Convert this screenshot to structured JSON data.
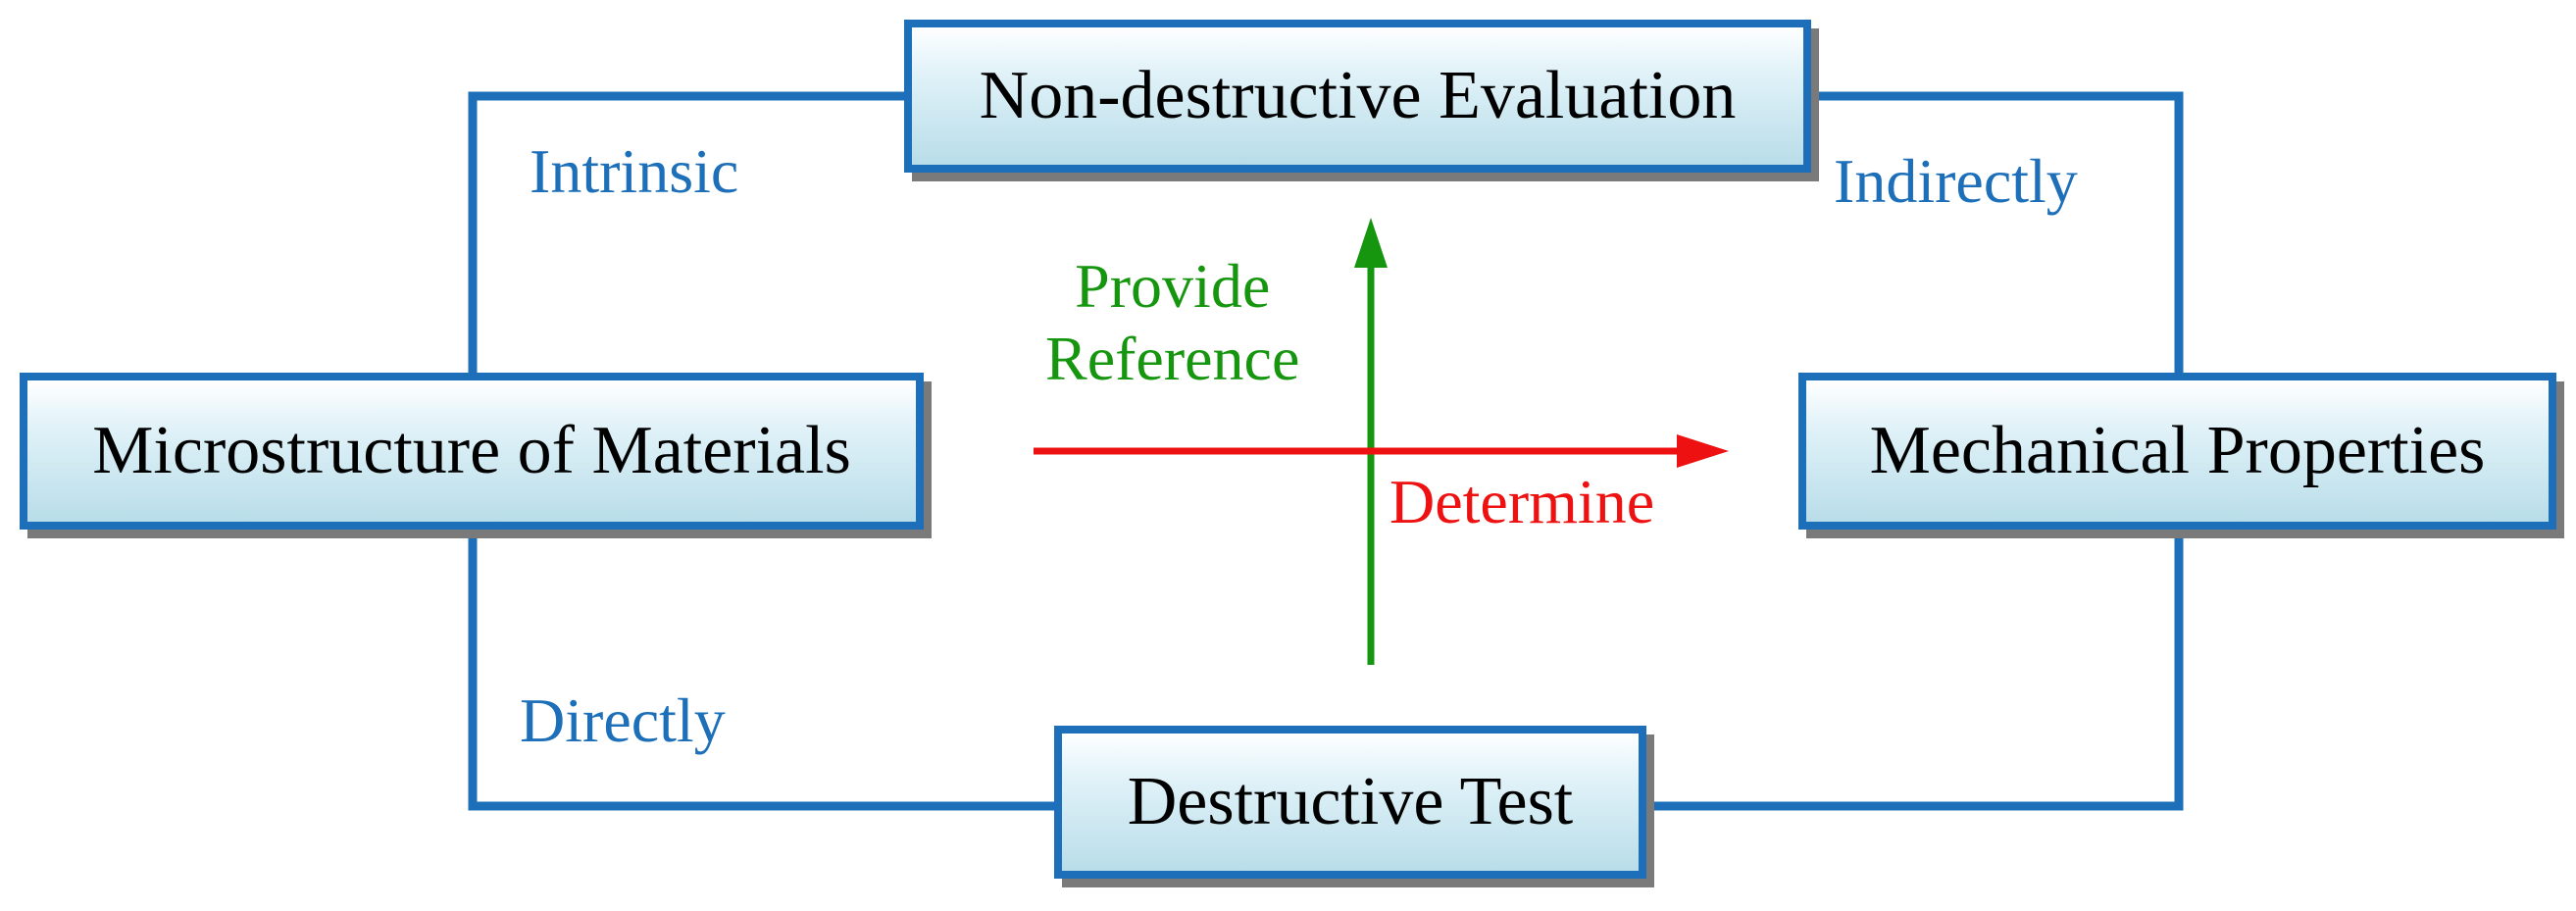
{
  "boxes": {
    "top": "Non-destructive Evaluation",
    "left": "Microstructure of Materials",
    "right": "Mechanical Properties",
    "bottom": "Destructive Test"
  },
  "labels": {
    "intrinsic": "Intrinsic",
    "indirectly": "Indirectly",
    "directly": "Directly",
    "provide": "Provide",
    "reference": "Reference",
    "determine": "Determine"
  },
  "colors": {
    "border": "#1c6fb8",
    "connector": "#1c6fb8",
    "label_blue": "#1c6fb8",
    "provide_arrow": "#16960f",
    "determine_arrow": "#ee1111",
    "box_fill_bottom": "#b8dde9",
    "box_shadow": "#7a7a7a"
  }
}
